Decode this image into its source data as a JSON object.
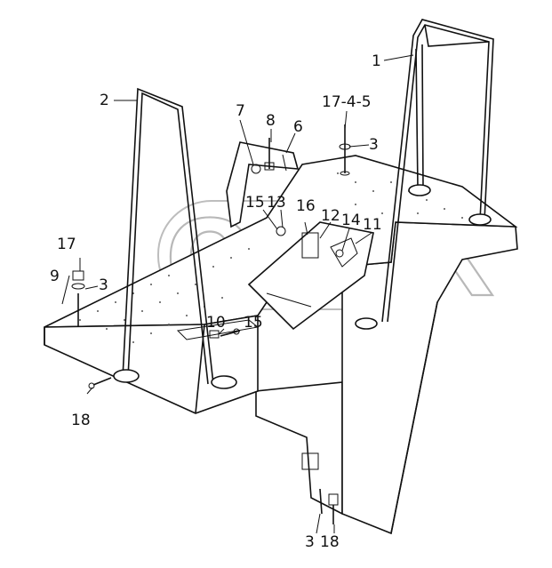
{
  "watermark": "OPEX",
  "callouts": {
    "c1": "1",
    "c2": "2",
    "c3a": "3",
    "c3b": "3",
    "c3c": "3",
    "c6": "6",
    "c7": "7",
    "c8": "8",
    "c9": "9",
    "c10": "10",
    "c11": "11",
    "c12": "12",
    "c13": "13",
    "c14": "14",
    "c15a": "15",
    "c15b": "15",
    "c16": "16",
    "c17": "17",
    "c17_4_5": "17-4-5",
    "c18a": "18",
    "c18b": "18"
  }
}
